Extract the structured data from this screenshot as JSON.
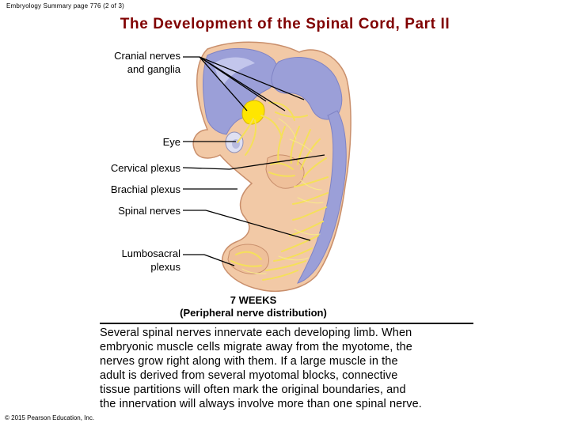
{
  "header": {
    "running_head": "Embryology Summary page 776 (2 of 3)",
    "title": "The Development of the Spinal Cord, Part II"
  },
  "figure": {
    "labels": {
      "cranial_line1": "Cranial nerves",
      "cranial_line2": "and ganglia",
      "eye": "Eye",
      "cervical": "Cervical plexus",
      "brachial": "Brachial plexus",
      "spinal": "Spinal nerves",
      "lumbosacral_line1": "Lumbosacral",
      "lumbosacral_line2": "plexus"
    },
    "stage_line1": "7 WEEKS",
    "stage_line2": "(Peripheral nerve distribution)",
    "colors": {
      "skin": "#f2c9a6",
      "skin_edge": "#c98f6c",
      "neural_tube": "#9b9fd8",
      "neural_tube_light": "#c3c6ec",
      "nerve": "#f5e05a",
      "ganglion": "#ffe600",
      "leader": "#000000"
    }
  },
  "body_text": {
    "line1": "Several spinal nerves innervate each developing limb. When",
    "line2": "embryonic muscle cells migrate away from the myotome, the",
    "line3": "nerves grow right along with them. If a large muscle in the",
    "line4": "adult is derived from several myotomal blocks, connective",
    "line5": "tissue partitions will often mark the original boundaries, and",
    "line6": "the innervation will always involve more than one spinal nerve."
  },
  "footer": {
    "copyright": "© 2015 Pearson Education, Inc."
  }
}
